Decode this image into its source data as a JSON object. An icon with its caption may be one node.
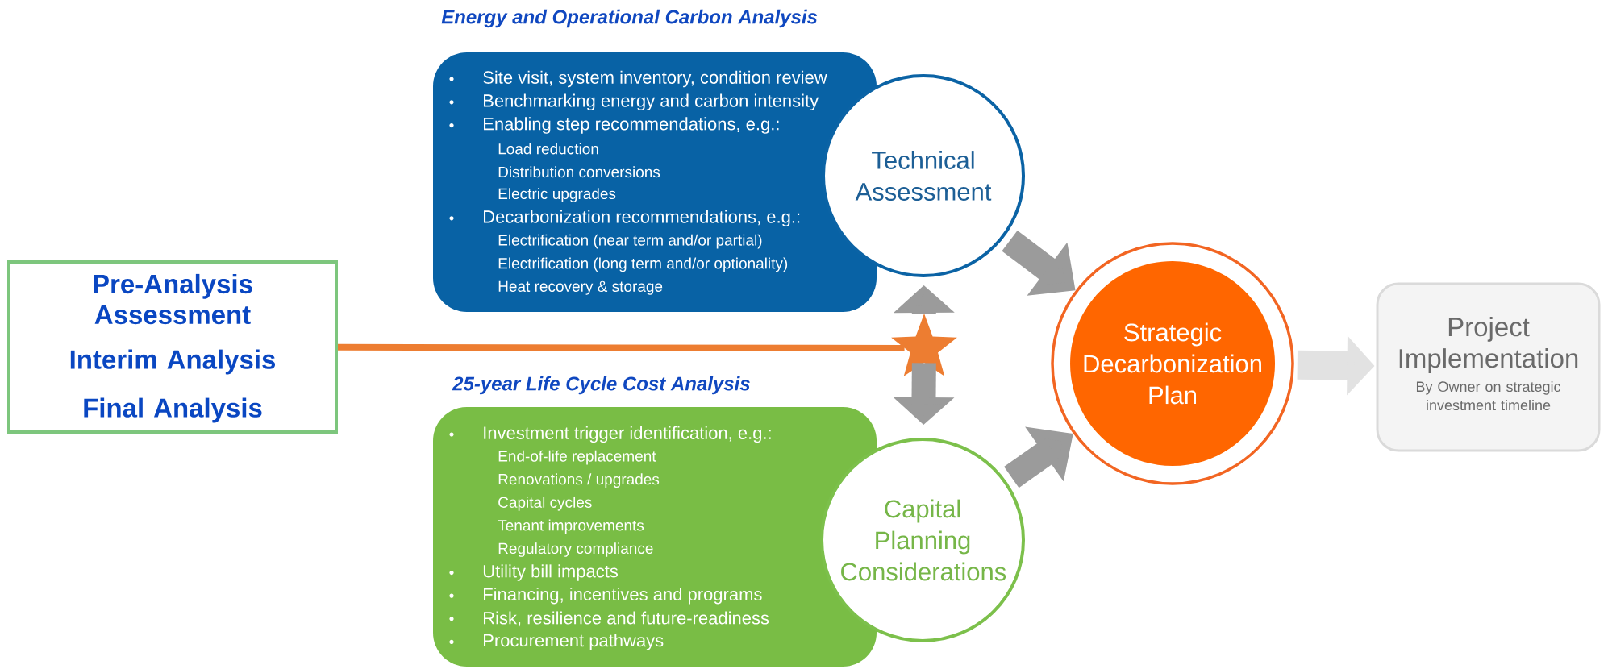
{
  "diagram": {
    "nodes": [
      {
        "text": [
          "Pre-Analysis Assessment",
          "Interim Analysis",
          "Final Analysis"
        ]
      },
      {
        "text": [
          "Energy and Operational Carbon Analysis",
          "Site visit, system inventory, condition review",
          "Benchmarking energy and carbon intensity",
          "Enabling step recommendations, e.g.:",
          "Load reduction",
          "Distribution conversions",
          "Electric upgrades",
          "Decarbonization recommendations, e.g.:",
          "Electrification (near term and/or partial)",
          "Electrification (long term and/or optionality)",
          "Heat recovery & storage"
        ]
      },
      {
        "text": [
          "Technical Assessment"
        ]
      },
      {
        "text": [
          "25-year Life Cycle Cost Analysis",
          "Investment trigger identification, e.g.:",
          "End-of-life replacement",
          "Renovations / upgrades",
          "Capital cycles",
          "Tenant improvements",
          "Regulatory compliance",
          "Utility bill impacts",
          "Financing, incentives and programs",
          "Risk, resilience and future-readiness",
          "Procurement pathways"
        ]
      },
      {
        "text": [
          "Capital Planning Considerations"
        ]
      },
      {
        "text": [
          "Strategic Decarbonization Plan"
        ]
      },
      {
        "text": [
          "Project Implementation",
          "By Owner on strategic investment timeline"
        ]
      },
      {
        "text": [],
        "shape": "star"
      }
    ],
    "edges": [
      {
        "from": 0,
        "to": 7,
        "arrow": "none",
        "color": "#ed7d31"
      },
      {
        "from": 7,
        "to": 2,
        "arrow": "to"
      },
      {
        "from": 7,
        "to": 4,
        "arrow": "to"
      },
      {
        "from": 2,
        "to": 5,
        "arrow": "to"
      },
      {
        "from": 4,
        "to": 5,
        "arrow": "to"
      },
      {
        "from": 5,
        "to": 6,
        "arrow": "to",
        "color": "#e2e2e2"
      }
    ]
  }
}
